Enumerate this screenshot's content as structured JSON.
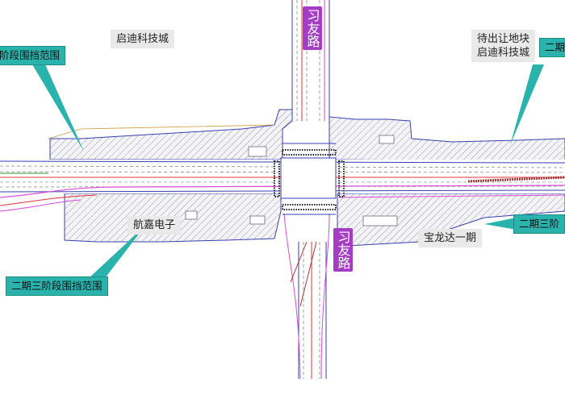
{
  "plots": {
    "top_left": "启迪科技城",
    "top_right_line1": "待出让地块",
    "top_right_line2": "启迪科技城",
    "mid_left": "航嘉电子",
    "mid_right": "宝龙达一期"
  },
  "road": {
    "north": "习友路",
    "south": "习友路"
  },
  "callouts": {
    "top_left": "阶段围挡范围",
    "top_right": "二期",
    "bottom_left": "二期三阶段围挡范围",
    "bottom_right": "二期三阶"
  },
  "colors": {
    "callout_fill": "#2ab3ad",
    "road_label_fill": "#a43cc4",
    "plot_label_fill": "#e9e9e9",
    "hatch": "#9a9aa8",
    "boundary": "#3b3fb0",
    "red_line": "#e0303a",
    "pink_line": "#d84bd8"
  }
}
